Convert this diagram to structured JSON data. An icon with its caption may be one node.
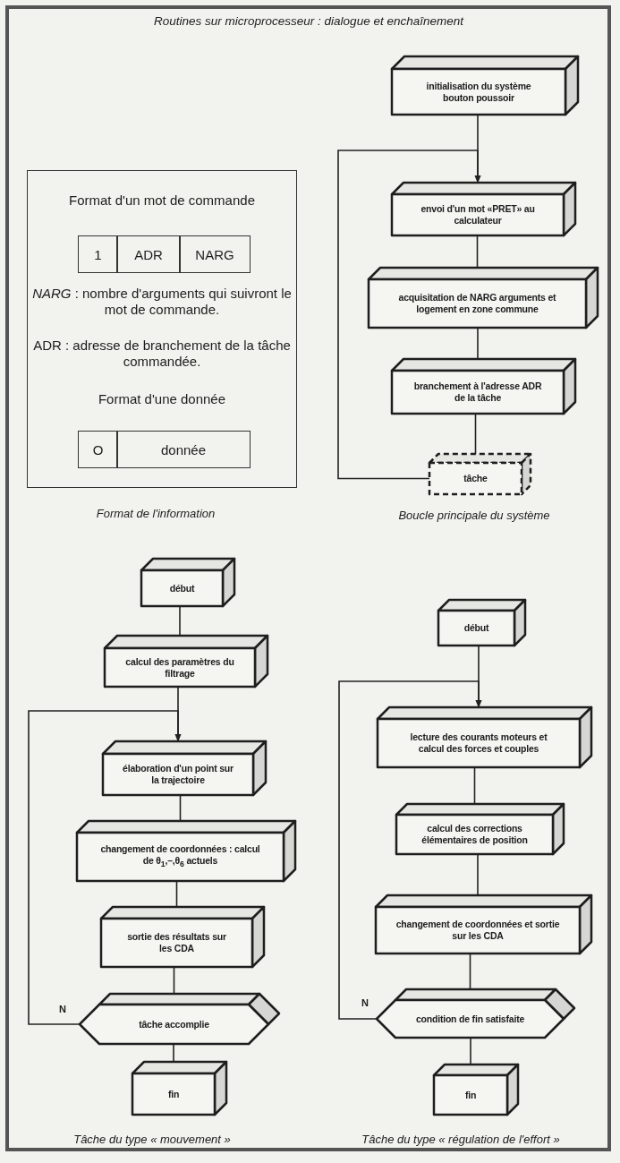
{
  "diagram": {
    "title": "Routines sur microprocesseur : dialogue et enchaînement",
    "nodes": [
      {
        "text": [
          "Format d'un mot de commande",
          "*NARG* : nombre d'arguments qui suivront le mot de commande.",
          "ADR : adresse de branchement de la tâche commandée.",
          "Format d'une donnée"
        ]
      },
      {
        "text": [
          "1"
        ],
        "in": 0
      },
      {
        "text": [
          "ADR"
        ],
        "in": 0
      },
      {
        "text": [
          "NARG"
        ],
        "in": 0
      },
      {
        "text": [
          "O"
        ],
        "in": 0
      },
      {
        "text": [
          "donnée"
        ],
        "in": 0
      },
      {
        "text": [
          "initialisation du système bouton poussoir"
        ]
      },
      {
        "text": [
          "envoi d'un mot «PRET» au calculateur"
        ]
      },
      {
        "text": [
          "acquisitation de NARG arguments et logement en zone commune"
        ]
      },
      {
        "text": [
          "branchement à l'adresse ADR de la tâche"
        ]
      },
      {
        "text": [
          "tâche"
        ]
      },
      {
        "text": [
          "début"
        ]
      },
      {
        "text": [
          "calcul des paramètres du filtrage"
        ]
      },
      {
        "text": [
          "élaboration d'un point sur la trajectoire"
        ]
      },
      {
        "text": [
          "changement de coordonnées : calcul de θ$_{1}$,–,θ$_{6}$ actuels"
        ]
      },
      {
        "text": [
          "sortie des résultats sur les CDA"
        ]
      },
      {
        "text": [
          "tâche accomplie"
        ]
      },
      {
        "text": [
          "fin"
        ]
      },
      {
        "text": [
          "début"
        ]
      },
      {
        "text": [
          "lecture des courants moteurs et calcul des forces et couples"
        ]
      },
      {
        "text": [
          "calcul des corrections élémentaires de position"
        ]
      },
      {
        "text": [
          "changement de coordonnées et sortie sur les CDA"
        ]
      },
      {
        "text": [
          "condition de fin satisfaite"
        ]
      },
      {
        "text": [
          "fin"
        ]
      }
    ],
    "edges": [
      {
        "from": 6,
        "to": 7,
        "arrow": "none"
      },
      {
        "from": 7,
        "to": 8,
        "arrow": "none"
      },
      {
        "from": 8,
        "to": 9,
        "arrow": "none"
      },
      {
        "from": 9,
        "to": 10,
        "arrow": "none"
      },
      {
        "from": 10,
        "to": 7,
        "arrow": "to"
      },
      {
        "from": 11,
        "to": 12,
        "arrow": "none"
      },
      {
        "from": 12,
        "to": 13,
        "arrow": "none"
      },
      {
        "from": 13,
        "to": 14,
        "arrow": "none"
      },
      {
        "from": 14,
        "to": 15,
        "arrow": "none"
      },
      {
        "from": 15,
        "to": 16,
        "arrow": "none"
      },
      {
        "from": 16,
        "to": 17,
        "arrow": "none"
      },
      {
        "from": 16,
        "to": 13,
        "arrow": "to",
        "label": "N"
      },
      {
        "from": 18,
        "to": 19,
        "arrow": "none"
      },
      {
        "from": 19,
        "to": 20,
        "arrow": "none"
      },
      {
        "from": 20,
        "to": 21,
        "arrow": "none"
      },
      {
        "from": 21,
        "to": 22,
        "arrow": "none"
      },
      {
        "from": 22,
        "to": 23,
        "arrow": "none"
      },
      {
        "from": 22,
        "to": 19,
        "arrow": "to",
        "label": "N"
      }
    ],
    "labels": [
      "Format de l'information",
      "Boucle principale du système",
      "Tâche du type « mouvement »",
      "Tâche du type « régulation de l'effort »"
    ]
  }
}
